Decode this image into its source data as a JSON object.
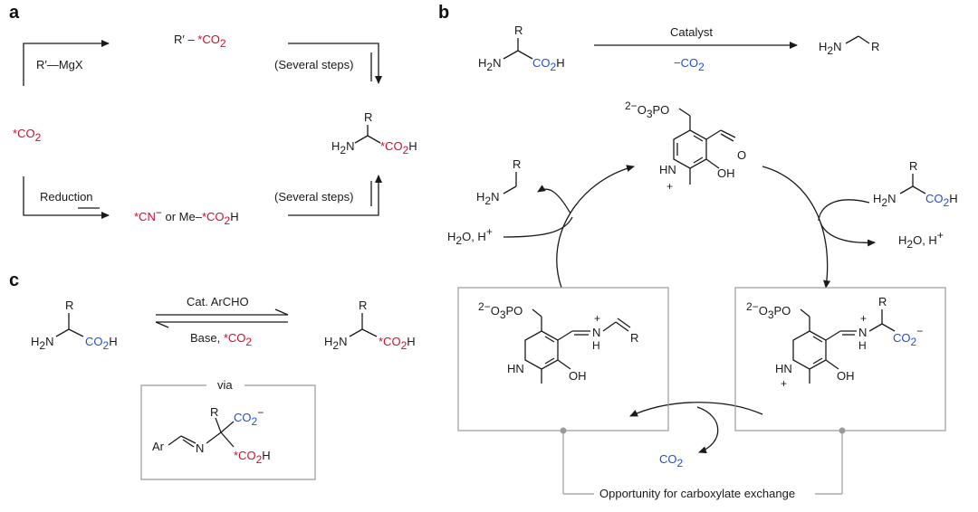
{
  "panel_labels": {
    "a": "a",
    "b": "b",
    "c": "c"
  },
  "colors": {
    "labeled_carbon": "#c8102e",
    "carboxylate": "#1f4fd8",
    "box": "#9a9a9a"
  },
  "panel_a": {
    "grignard": "R′—MgX",
    "r_co2_r": "R′ – ",
    "r_co2_star": "*CO",
    "r_co2_sub": "2",
    "co2_star": "*CO",
    "co2_sub": "2",
    "several_steps_top": "(Several steps)",
    "several_steps_bottom": "(Several steps)",
    "reduction": "Reduction",
    "cn_star": "*CN",
    "cn_sup": "−",
    "or_me": " or Me–",
    "me_star": "*CO",
    "me_sub": "2",
    "me_h": "H",
    "aa_r": "R",
    "aa_h2n": "H",
    "aa_h2n_sub": "2",
    "aa_n": "N",
    "aa_co2": "*CO",
    "aa_co2_sub": "2",
    "aa_h": "H"
  },
  "panel_b": {
    "sub_r": "R",
    "sub_h2n": "H",
    "sub_h2n_sub": "2",
    "sub_n": "N",
    "sub_co2": "CO",
    "sub_co2_sub": "2",
    "sub_h": "H",
    "catalyst": "Catalyst",
    "minus_co2": "−CO",
    "minus_co2_sub": "2",
    "prod_h2n": "H",
    "prod_h2n_sub": "2",
    "prod_n": "N",
    "prod_r": "R",
    "plp_pre_sup": "2−",
    "plp_o3po": "O",
    "plp_o3po_sub": "3",
    "plp_po": "PO",
    "plp_nh": "N",
    "plp_h": "H",
    "plp_plus": "+",
    "plp_oh": "OH",
    "amine_r": "R",
    "amine_h2n": "H",
    "amine_sub": "2",
    "amine_n": "N",
    "water_left": "H",
    "water_left_sub": "2",
    "water_left_rest": "O, H",
    "water_left_sup": "+",
    "aa_r": "R",
    "aa_h2n": "H",
    "aa_sub": "2",
    "aa_n": "N",
    "aa_co2": "CO",
    "aa_co2_sub": "2",
    "aa_h": "H",
    "water_right": "H",
    "water_right_sub": "2",
    "water_right_rest": "O, H",
    "water_right_sup": "+",
    "left_o3po_pre": "2−",
    "left_o3po": "O",
    "left_o3po_sub": "3",
    "left_po": "PO",
    "left_hn": "HN",
    "left_oh": "OH",
    "left_nplus": "+",
    "left_n": "N",
    "left_h": "H",
    "left_r": "R",
    "right_o3po_pre": "2−",
    "right_o3po": "O",
    "right_o3po_sub": "3",
    "right_po": "PO",
    "right_hn": "HN",
    "right_hn_plus": "+",
    "right_oh": "OH",
    "right_nplus": "+",
    "right_n": "N",
    "right_h": "H",
    "right_r": "R",
    "right_co2": "CO",
    "right_co2_sub": "2",
    "right_co2_sup": "−",
    "co2_out": "CO",
    "co2_out_sub": "2",
    "opportunity": "Opportunity for carboxylate exchange"
  },
  "panel_c": {
    "sm_r": "R",
    "sm_h2n": "H",
    "sm_sub": "2",
    "sm_n": "N",
    "sm_co2": "CO",
    "sm_co2_sub": "2",
    "sm_h": "H",
    "cat": "Cat. ArCHO",
    "base": "Base, ",
    "base_star": "*CO",
    "base_sub": "2",
    "pr_r": "R",
    "pr_h2n": "H",
    "pr_sub": "2",
    "pr_n": "N",
    "pr_co2": "*CO",
    "pr_co2_sub": "2",
    "pr_h": "H",
    "via": "via",
    "int_ar": "Ar",
    "int_n": "N",
    "int_r": "R",
    "int_co2": "CO",
    "int_co2_sub": "2",
    "int_co2_sup": "−",
    "int_star": "*CO",
    "int_star_sub": "2",
    "int_h": "H"
  }
}
